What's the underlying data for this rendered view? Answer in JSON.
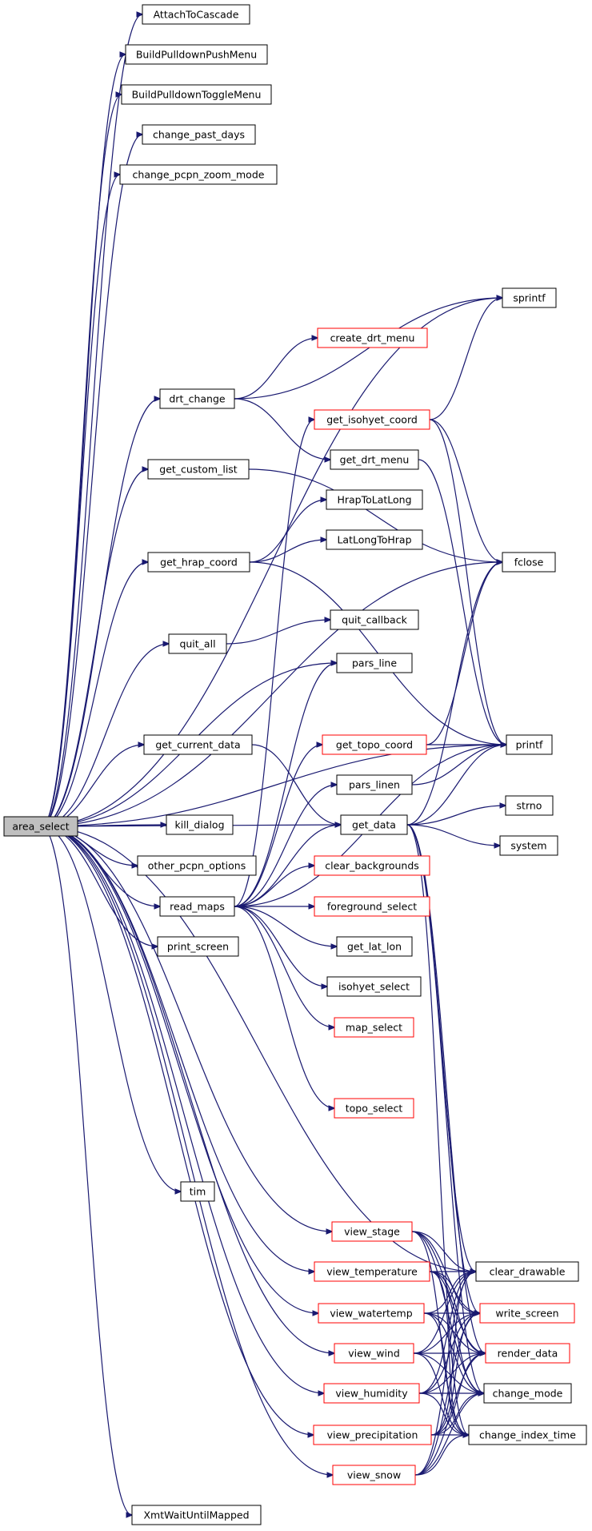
{
  "colors": {
    "edge": "#191970",
    "node_border": "#000000",
    "incomplete_border": "#ff0000",
    "root_fill": "#bfbfbf"
  },
  "nodes": [
    {
      "id": "area_select",
      "label": "area_select",
      "root": true
    },
    {
      "id": "AttachToCascade",
      "label": "AttachToCascade"
    },
    {
      "id": "BuildPulldownPushMenu",
      "label": "BuildPulldownPushMenu"
    },
    {
      "id": "BuildPulldownToggleMenu",
      "label": "BuildPulldownToggleMenu"
    },
    {
      "id": "change_past_days",
      "label": "change_past_days"
    },
    {
      "id": "change_pcpn_zoom_mode",
      "label": "change_pcpn_zoom_mode"
    },
    {
      "id": "sprintf",
      "label": "sprintf"
    },
    {
      "id": "create_drt_menu",
      "label": "create_drt_menu",
      "incomplete": true
    },
    {
      "id": "drt_change",
      "label": "drt_change"
    },
    {
      "id": "get_isohyet_coord",
      "label": "get_isohyet_coord",
      "incomplete": true
    },
    {
      "id": "get_drt_menu",
      "label": "get_drt_menu"
    },
    {
      "id": "get_custom_list",
      "label": "get_custom_list"
    },
    {
      "id": "HrapToLatLong",
      "label": "HrapToLatLong"
    },
    {
      "id": "LatLongToHrap",
      "label": "LatLongToHrap"
    },
    {
      "id": "get_hrap_coord",
      "label": "get_hrap_coord"
    },
    {
      "id": "fclose",
      "label": "fclose"
    },
    {
      "id": "quit_callback",
      "label": "quit_callback"
    },
    {
      "id": "quit_all",
      "label": "quit_all"
    },
    {
      "id": "pars_line",
      "label": "pars_line"
    },
    {
      "id": "get_current_data",
      "label": "get_current_data"
    },
    {
      "id": "get_topo_coord",
      "label": "get_topo_coord",
      "incomplete": true
    },
    {
      "id": "printf",
      "label": "printf"
    },
    {
      "id": "pars_linen",
      "label": "pars_linen"
    },
    {
      "id": "strno",
      "label": "strno"
    },
    {
      "id": "kill_dialog",
      "label": "kill_dialog"
    },
    {
      "id": "get_data",
      "label": "get_data"
    },
    {
      "id": "system",
      "label": "system"
    },
    {
      "id": "other_pcpn_options",
      "label": "other_pcpn_options"
    },
    {
      "id": "clear_backgrounds",
      "label": "clear_backgrounds",
      "incomplete": true
    },
    {
      "id": "read_maps",
      "label": "read_maps"
    },
    {
      "id": "foreground_select",
      "label": "foreground_select",
      "incomplete": true
    },
    {
      "id": "print_screen",
      "label": "print_screen"
    },
    {
      "id": "get_lat_lon",
      "label": "get_lat_lon"
    },
    {
      "id": "isohyet_select",
      "label": "isohyet_select"
    },
    {
      "id": "map_select",
      "label": "map_select",
      "incomplete": true
    },
    {
      "id": "topo_select",
      "label": "topo_select",
      "incomplete": true
    },
    {
      "id": "tim",
      "label": "tim"
    },
    {
      "id": "view_stage",
      "label": "view_stage",
      "incomplete": true
    },
    {
      "id": "clear_drawable",
      "label": "clear_drawable"
    },
    {
      "id": "view_temperature",
      "label": "view_temperature",
      "incomplete": true
    },
    {
      "id": "view_watertemp",
      "label": "view_watertemp",
      "incomplete": true
    },
    {
      "id": "write_screen",
      "label": "write_screen",
      "incomplete": true
    },
    {
      "id": "view_wind",
      "label": "view_wind",
      "incomplete": true
    },
    {
      "id": "render_data",
      "label": "render_data",
      "incomplete": true
    },
    {
      "id": "view_humidity",
      "label": "view_humidity",
      "incomplete": true
    },
    {
      "id": "change_mode",
      "label": "change_mode"
    },
    {
      "id": "view_precipitation",
      "label": "view_precipitation",
      "incomplete": true
    },
    {
      "id": "change_index_time",
      "label": "change_index_time"
    },
    {
      "id": "view_snow",
      "label": "view_snow",
      "incomplete": true
    },
    {
      "id": "XmtWaitUntilMapped",
      "label": "XmtWaitUntilMapped"
    }
  ],
  "edges": [
    [
      "area_select",
      "AttachToCascade"
    ],
    [
      "area_select",
      "BuildPulldownPushMenu"
    ],
    [
      "area_select",
      "BuildPulldownToggleMenu"
    ],
    [
      "area_select",
      "change_past_days"
    ],
    [
      "area_select",
      "change_pcpn_zoom_mode"
    ],
    [
      "area_select",
      "sprintf"
    ],
    [
      "area_select",
      "fclose"
    ],
    [
      "area_select",
      "drt_change"
    ],
    [
      "area_select",
      "get_custom_list"
    ],
    [
      "area_select",
      "get_hrap_coord"
    ],
    [
      "area_select",
      "quit_all"
    ],
    [
      "area_select",
      "pars_line"
    ],
    [
      "area_select",
      "get_current_data"
    ],
    [
      "area_select",
      "get_data"
    ],
    [
      "area_select",
      "kill_dialog"
    ],
    [
      "area_select",
      "other_pcpn_options"
    ],
    [
      "area_select",
      "read_maps"
    ],
    [
      "area_select",
      "print_screen"
    ],
    [
      "area_select",
      "printf"
    ],
    [
      "area_select",
      "clear_drawable"
    ],
    [
      "area_select",
      "tim"
    ],
    [
      "area_select",
      "view_stage"
    ],
    [
      "area_select",
      "view_temperature"
    ],
    [
      "area_select",
      "view_watertemp"
    ],
    [
      "area_select",
      "view_wind"
    ],
    [
      "area_select",
      "view_humidity"
    ],
    [
      "area_select",
      "view_precipitation"
    ],
    [
      "area_select",
      "view_snow"
    ],
    [
      "area_select",
      "XmtWaitUntilMapped"
    ],
    [
      "drt_change",
      "sprintf"
    ],
    [
      "drt_change",
      "create_drt_menu"
    ],
    [
      "drt_change",
      "get_drt_menu"
    ],
    [
      "get_drt_menu",
      "printf"
    ],
    [
      "get_custom_list",
      "fclose"
    ],
    [
      "get_isohyet_coord",
      "sprintf"
    ],
    [
      "get_isohyet_coord",
      "fclose"
    ],
    [
      "get_isohyet_coord",
      "printf"
    ],
    [
      "get_hrap_coord",
      "HrapToLatLong"
    ],
    [
      "get_hrap_coord",
      "LatLongToHrap"
    ],
    [
      "get_hrap_coord",
      "printf"
    ],
    [
      "quit_all",
      "quit_callback"
    ],
    [
      "get_current_data",
      "get_data"
    ],
    [
      "get_topo_coord",
      "fclose"
    ],
    [
      "get_topo_coord",
      "printf"
    ],
    [
      "pars_linen",
      "printf"
    ],
    [
      "get_data",
      "fclose"
    ],
    [
      "get_data",
      "printf"
    ],
    [
      "get_data",
      "strno"
    ],
    [
      "get_data",
      "system"
    ],
    [
      "get_data",
      "clear_drawable"
    ],
    [
      "get_data",
      "write_screen"
    ],
    [
      "get_data",
      "render_data"
    ],
    [
      "get_data",
      "change_mode"
    ],
    [
      "get_data",
      "change_index_time"
    ],
    [
      "read_maps",
      "get_isohyet_coord"
    ],
    [
      "read_maps",
      "pars_line"
    ],
    [
      "read_maps",
      "get_topo_coord"
    ],
    [
      "read_maps",
      "pars_linen"
    ],
    [
      "read_maps",
      "get_data"
    ],
    [
      "read_maps",
      "clear_backgrounds"
    ],
    [
      "read_maps",
      "foreground_select"
    ],
    [
      "read_maps",
      "get_lat_lon"
    ],
    [
      "read_maps",
      "isohyet_select"
    ],
    [
      "read_maps",
      "map_select"
    ],
    [
      "read_maps",
      "topo_select"
    ],
    [
      "read_maps",
      "printf"
    ],
    [
      "view_stage",
      "clear_drawable"
    ],
    [
      "view_stage",
      "write_screen"
    ],
    [
      "view_stage",
      "render_data"
    ],
    [
      "view_stage",
      "change_mode"
    ],
    [
      "view_stage",
      "change_index_time"
    ],
    [
      "view_temperature",
      "clear_drawable"
    ],
    [
      "view_temperature",
      "write_screen"
    ],
    [
      "view_temperature",
      "render_data"
    ],
    [
      "view_temperature",
      "change_mode"
    ],
    [
      "view_temperature",
      "change_index_time"
    ],
    [
      "view_watertemp",
      "clear_drawable"
    ],
    [
      "view_watertemp",
      "write_screen"
    ],
    [
      "view_watertemp",
      "render_data"
    ],
    [
      "view_watertemp",
      "change_mode"
    ],
    [
      "view_watertemp",
      "change_index_time"
    ],
    [
      "view_wind",
      "clear_drawable"
    ],
    [
      "view_wind",
      "write_screen"
    ],
    [
      "view_wind",
      "render_data"
    ],
    [
      "view_wind",
      "change_mode"
    ],
    [
      "view_wind",
      "change_index_time"
    ],
    [
      "view_humidity",
      "clear_drawable"
    ],
    [
      "view_humidity",
      "write_screen"
    ],
    [
      "view_humidity",
      "render_data"
    ],
    [
      "view_humidity",
      "change_mode"
    ],
    [
      "view_humidity",
      "change_index_time"
    ],
    [
      "view_precipitation",
      "clear_drawable"
    ],
    [
      "view_precipitation",
      "write_screen"
    ],
    [
      "view_precipitation",
      "render_data"
    ],
    [
      "view_precipitation",
      "change_mode"
    ],
    [
      "view_precipitation",
      "change_index_time"
    ],
    [
      "view_snow",
      "clear_drawable"
    ],
    [
      "view_snow",
      "write_screen"
    ],
    [
      "view_snow",
      "render_data"
    ],
    [
      "view_snow",
      "change_mode"
    ],
    [
      "view_snow",
      "change_index_time"
    ]
  ]
}
